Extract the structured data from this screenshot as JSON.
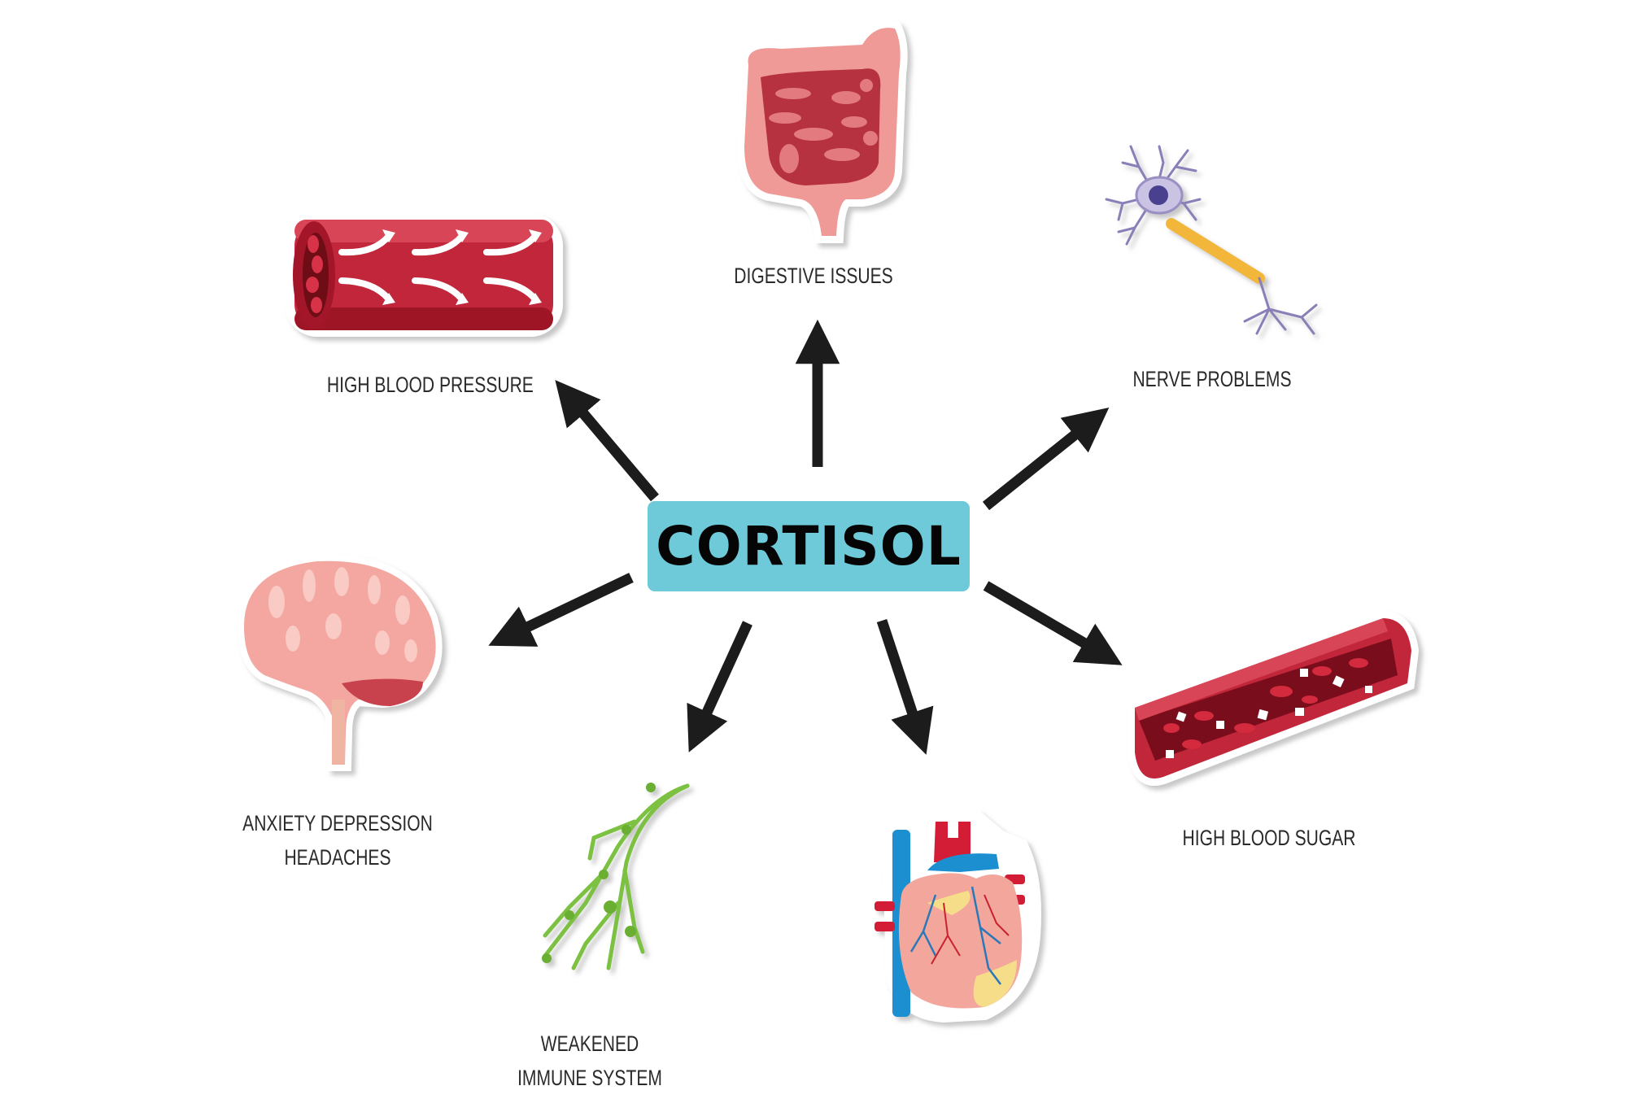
{
  "diagram": {
    "center": {
      "label": "CORTISOL",
      "color": "#6ecad8"
    },
    "effects": [
      {
        "id": "high-blood-pressure",
        "label": "HIGH BLOOD PRESSURE",
        "icon": "blood-vessel-flow-icon"
      },
      {
        "id": "digestive-issues",
        "label": "DIGESTIVE ISSUES",
        "icon": "intestines-icon"
      },
      {
        "id": "nerve-problems",
        "label": "NERVE PROBLEMS",
        "icon": "neuron-icon"
      },
      {
        "id": "anxiety-depression-headaches",
        "label_line1": "ANXIETY  DEPRESSION",
        "label_line2": "HEADACHES",
        "icon": "brain-icon"
      },
      {
        "id": "weakened-immune-system",
        "label_line1": "WEAKENED",
        "label_line2": "IMMUNE SYSTEM",
        "icon": "lymphatic-vessels-icon"
      },
      {
        "id": "heart",
        "label": "",
        "icon": "heart-icon"
      },
      {
        "id": "high-blood-sugar",
        "label": "HIGH BLOOD SUGAR",
        "icon": "blood-vessel-sugar-icon"
      }
    ],
    "arrow_color": "#1c1c1c",
    "colors": {
      "vessel_red": "#c2263a",
      "vessel_dark": "#8a0f22",
      "intestine_pink": "#ef9a97",
      "intestine_dark": "#b6323f",
      "neuron_purple": "#8b7fb8",
      "neuron_nucleus": "#4a3f8f",
      "axon_yellow": "#f2b63b",
      "brain_pink": "#f3a7a0",
      "lymph_green": "#7cc142",
      "heart_blue": "#1e8fd0",
      "heart_red": "#d31f35",
      "heart_yellow": "#f6dd8a"
    }
  }
}
